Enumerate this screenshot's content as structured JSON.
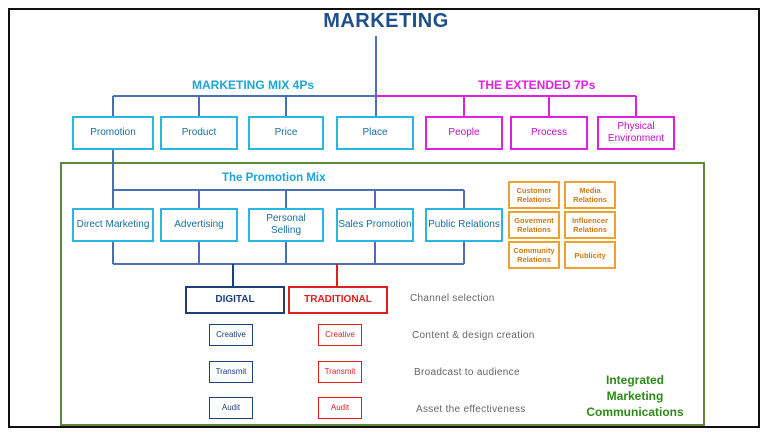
{
  "title": "MARKETING",
  "marketing_mix": {
    "heading": "MARKETING MIX 4Ps",
    "items": [
      "Promotion",
      "Product",
      "Price",
      "Place"
    ]
  },
  "extended": {
    "heading": "THE EXTENDED 7Ps",
    "items": [
      "People",
      "Process",
      "Physical Environment"
    ]
  },
  "promotion_mix": {
    "heading": "The Promotion Mix",
    "items": [
      "Direct Marketing",
      "Advertising",
      "Personal Selling",
      "Sales Promotion",
      "Public Relations"
    ]
  },
  "pr_activities": [
    "Customer Relations",
    "Media Relations",
    "Goverment Relations",
    "Influencer Relations",
    "Community Relations",
    "Publicity"
  ],
  "channels": {
    "digital": "DIGITAL",
    "traditional": "TRADITIONAL",
    "digital_steps": [
      "Creative",
      "Transmit",
      "Audit"
    ],
    "traditional_steps": [
      "Creative",
      "Transmit",
      "Audit"
    ]
  },
  "stage_labels": [
    "Channel selection",
    "Content & design creation",
    "Broadcast to audience",
    "Asset the effectiveness"
  ],
  "imc_label": [
    "Integrated",
    "Marketing",
    "Communications"
  ],
  "colors": {
    "title": "#1f4e8c",
    "mix_4ps": "#29b6e0",
    "extended_7ps": "#e020e0",
    "connector": "#4a6fb5",
    "pr": "#f0a030",
    "digital": "#1f3f7a",
    "traditional": "#e02020",
    "imc": "#2d8a1a"
  }
}
